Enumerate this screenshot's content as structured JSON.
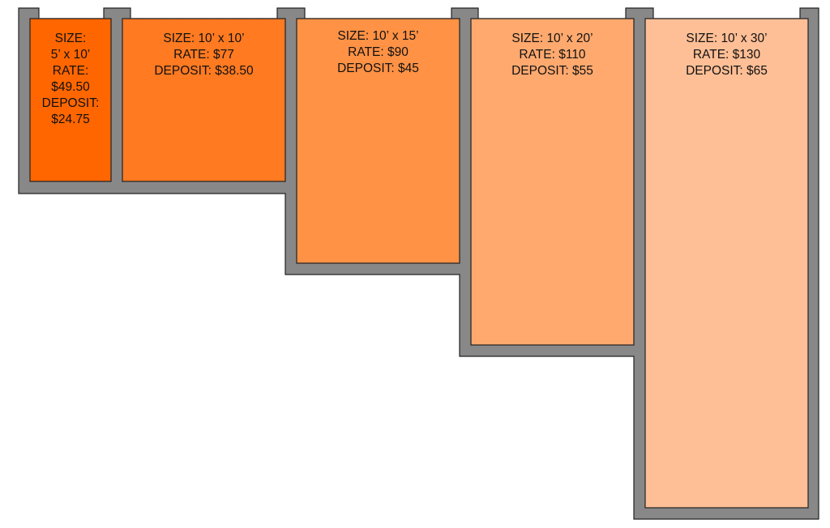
{
  "diagram": {
    "wall_color": "#888888",
    "wall_outline": "#222222",
    "door_line_color": "#bbbbbb",
    "units": [
      {
        "id": "5x10",
        "fill": "#ff6600",
        "size_label": "SIZE:",
        "size_value": "5’ x 10’",
        "rate_label": "RATE:",
        "rate_value": "$49.50",
        "deposit_label": "DEPOSIT:",
        "deposit_value": "$24.75"
      },
      {
        "id": "10x10",
        "fill": "#ff7a21",
        "size": "SIZE: 10’ x 10’",
        "rate": "RATE: $77",
        "deposit": "DEPOSIT: $38.50"
      },
      {
        "id": "10x15",
        "fill": "#ff9245",
        "size": "SIZE: 10’ x 15’",
        "rate": "RATE: $90",
        "deposit": "DEPOSIT: $45"
      },
      {
        "id": "10x20",
        "fill": "#ffa96f",
        "size": "SIZE: 10’ x 20’",
        "rate": "RATE: $110",
        "deposit": "DEPOSIT: $55"
      },
      {
        "id": "10x30",
        "fill": "#ffbf96",
        "size": "SIZE: 10’ x 30’",
        "rate": "RATE: $130",
        "deposit": "DEPOSIT: $65"
      }
    ]
  }
}
